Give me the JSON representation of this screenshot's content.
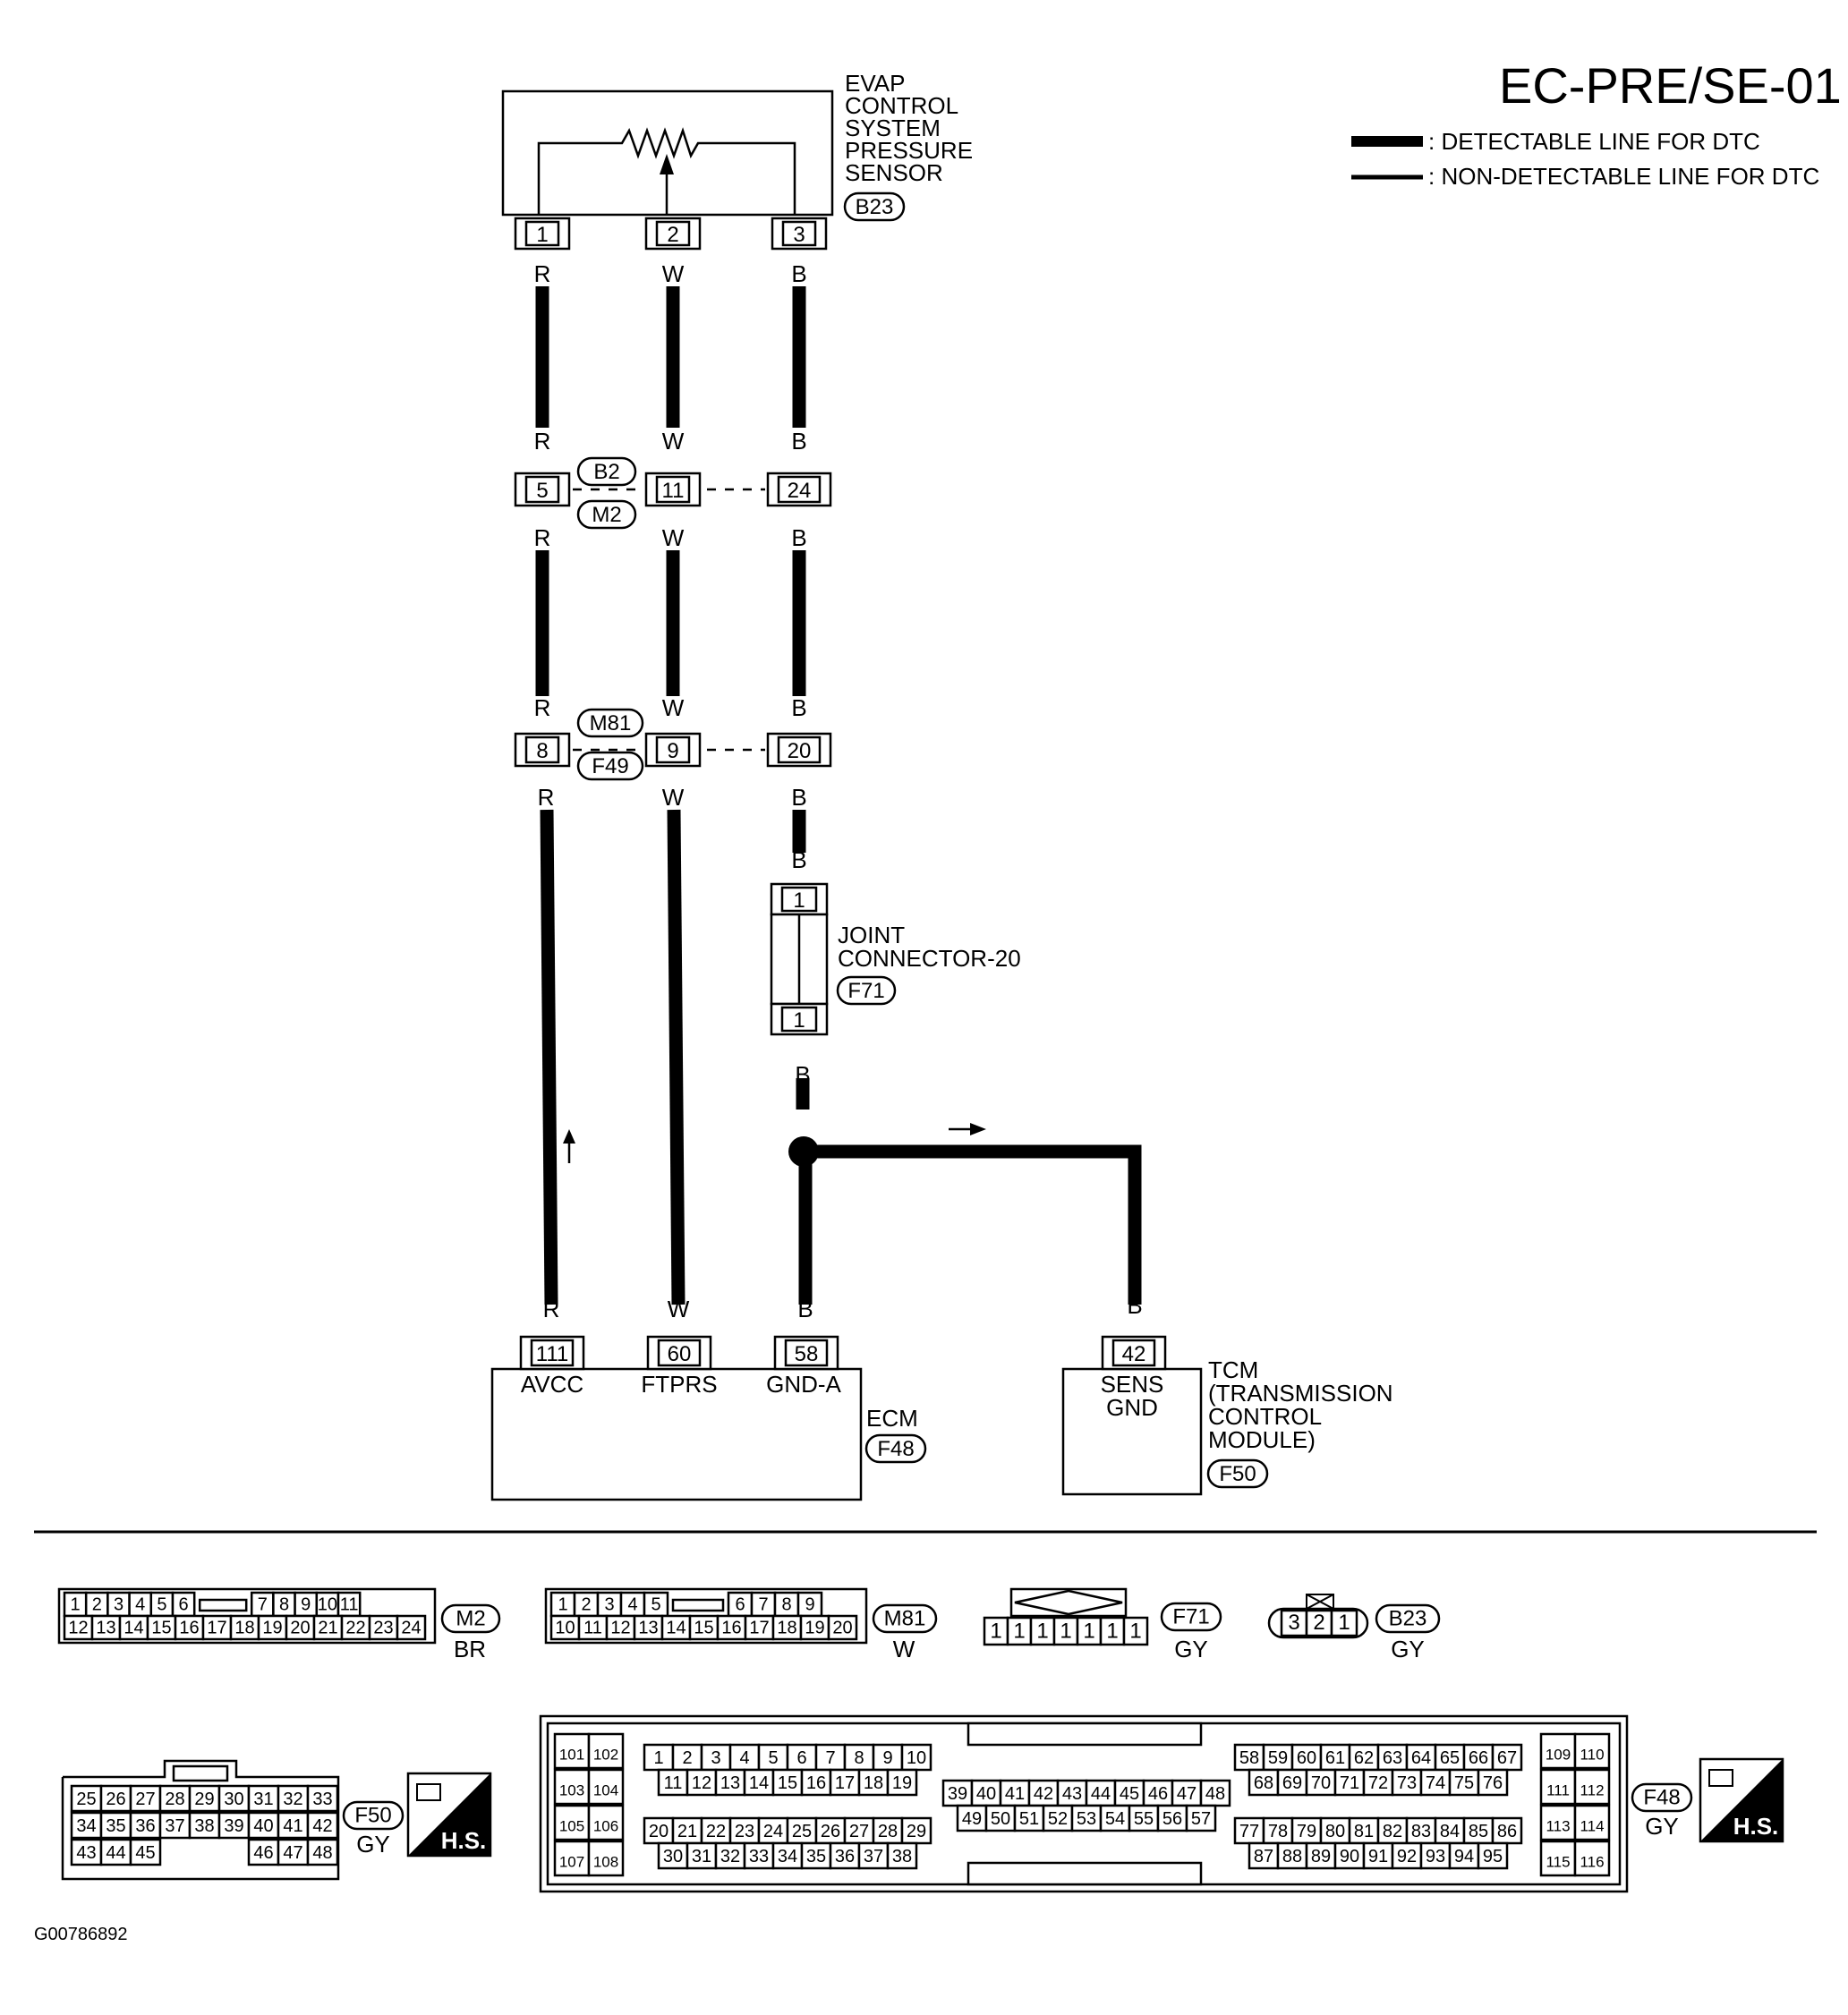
{
  "title": "EC-PRE/SE-01",
  "legend": {
    "detectable": ": DETECTABLE LINE FOR DTC",
    "non_detectable": ": NON-DETECTABLE LINE FOR DTC"
  },
  "sensor": {
    "name_lines": [
      "EVAP",
      "CONTROL",
      "SYSTEM",
      "PRESSURE",
      "SENSOR"
    ],
    "connector": "B23",
    "pins": [
      "1",
      "2",
      "3"
    ]
  },
  "wire_colors": {
    "red": "R",
    "white": "W",
    "black": "B"
  },
  "connector_b2_m2": {
    "top": "B2",
    "bottom": "M2",
    "pins": [
      "5",
      "11",
      "24"
    ]
  },
  "connector_m81_f49": {
    "top": "M81",
    "bottom": "F49",
    "pins": [
      "8",
      "9",
      "20"
    ]
  },
  "joint": {
    "name_lines": [
      "JOINT",
      "CONNECTOR-20"
    ],
    "connector": "F71",
    "pin_top": "1",
    "pin_bottom": "1"
  },
  "ecm": {
    "name": "ECM",
    "connector": "F48",
    "pins": [
      "111",
      "60",
      "58"
    ],
    "terminals": [
      "AVCC",
      "FTPRS",
      "GND-A"
    ]
  },
  "tcm": {
    "name_lines": [
      "TCM",
      "(TRANSMISSION",
      "CONTROL",
      "MODULE)"
    ],
    "connector": "F50",
    "pin": "42",
    "terminal_lines": [
      "SENS",
      "GND"
    ]
  },
  "connector_views": {
    "m2": {
      "id": "M2",
      "color": "BR",
      "row1_left": [
        "1",
        "2",
        "3",
        "4",
        "5",
        "6"
      ],
      "row1_right": [
        "7",
        "8",
        "9",
        "10",
        "11"
      ],
      "row2": [
        "12",
        "13",
        "14",
        "15",
        "16",
        "17",
        "18",
        "19",
        "20",
        "21",
        "22",
        "23",
        "24"
      ]
    },
    "m81": {
      "id": "M81",
      "color": "W",
      "row1_left": [
        "1",
        "2",
        "3",
        "4",
        "5"
      ],
      "row1_right": [
        "6",
        "7",
        "8",
        "9"
      ],
      "row2": [
        "10",
        "11",
        "12",
        "13",
        "14",
        "15",
        "16",
        "17",
        "18",
        "19",
        "20"
      ]
    },
    "f71": {
      "id": "F71",
      "color": "GY",
      "pins": [
        "1",
        "1",
        "1",
        "1",
        "1",
        "1",
        "1"
      ]
    },
    "b23": {
      "id": "B23",
      "color": "GY",
      "pins": [
        "3",
        "2",
        "1"
      ]
    },
    "f50": {
      "id": "F50",
      "color": "GY",
      "badge": "H.S.",
      "row1": [
        "25",
        "26",
        "27",
        "28",
        "29",
        "30",
        "31",
        "32",
        "33"
      ],
      "row2": [
        "34",
        "35",
        "36",
        "37",
        "38",
        "39",
        "40",
        "41",
        "42"
      ],
      "row3_left": [
        "43",
        "44",
        "45"
      ],
      "row3_right": [
        "46",
        "47",
        "48"
      ]
    },
    "f48": {
      "id": "F48",
      "color": "GY",
      "badge": "H.S.",
      "left_block": [
        [
          "101",
          "102"
        ],
        [
          "103",
          "104"
        ],
        [
          "105",
          "106"
        ],
        [
          "107",
          "108"
        ]
      ],
      "a_row1": [
        "1",
        "2",
        "3",
        "4",
        "5",
        "6",
        "7",
        "8",
        "9",
        "10"
      ],
      "a_row2": [
        "11",
        "12",
        "13",
        "14",
        "15",
        "16",
        "17",
        "18",
        "19"
      ],
      "b_row1": [
        "20",
        "21",
        "22",
        "23",
        "24",
        "25",
        "26",
        "27",
        "28",
        "29"
      ],
      "b_row2": [
        "30",
        "31",
        "32",
        "33",
        "34",
        "35",
        "36",
        "37",
        "38"
      ],
      "c_row1": [
        "39",
        "40",
        "41",
        "42",
        "43",
        "44",
        "45",
        "46",
        "47",
        "48"
      ],
      "c_row2": [
        "49",
        "50",
        "51",
        "52",
        "53",
        "54",
        "55",
        "56",
        "57"
      ],
      "d_row1": [
        "58",
        "59",
        "60",
        "61",
        "62",
        "63",
        "64",
        "65",
        "66",
        "67"
      ],
      "d_row2": [
        "68",
        "69",
        "70",
        "71",
        "72",
        "73",
        "74",
        "75",
        "76"
      ],
      "e_row1": [
        "77",
        "78",
        "79",
        "80",
        "81",
        "82",
        "83",
        "84",
        "85",
        "86"
      ],
      "e_row2": [
        "87",
        "88",
        "89",
        "90",
        "91",
        "92",
        "93",
        "94",
        "95"
      ],
      "right_block": [
        [
          "109",
          "110"
        ],
        [
          "111",
          "112"
        ],
        [
          "113",
          "114"
        ],
        [
          "115",
          "116"
        ]
      ]
    }
  },
  "figure_id": "G00786892"
}
